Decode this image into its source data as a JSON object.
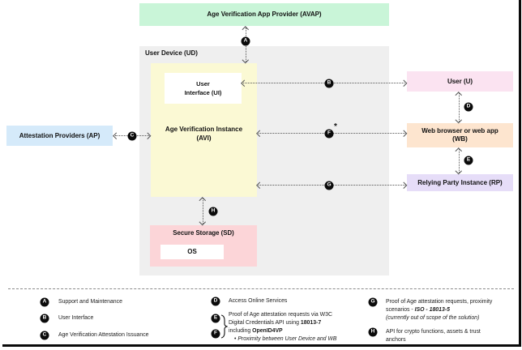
{
  "diagram": {
    "avap": {
      "label": "Age Verification App Provider (AVAP)"
    },
    "user_device": {
      "label": "User Device (UD)"
    },
    "ui": {
      "line1": "User",
      "line2": "Interface (UI)"
    },
    "avi": {
      "line1": "Age Verification Instance",
      "line2": "(AVI)"
    },
    "ap": {
      "label": "Attestation Providers (AP)"
    },
    "user": {
      "label": "User (U)"
    },
    "wb": {
      "line1": "Web browser or web app",
      "line2": "(WB)"
    },
    "rp": {
      "label": "Relying Party Instance (RP)"
    },
    "sd": {
      "label": "Secure Storage (SD)"
    },
    "os": {
      "label": "OS"
    },
    "connectors": {
      "a": "A",
      "b": "B",
      "c": "C",
      "d": "D",
      "e": "E",
      "f": "F",
      "f_note": "*",
      "g": "G",
      "h": "H"
    }
  },
  "legend": {
    "a": {
      "letter": "A",
      "text": "Support and Maintenance"
    },
    "b": {
      "letter": "B",
      "text": "User Interface"
    },
    "c": {
      "letter": "C",
      "text": "Age Verification Attestation Issuance"
    },
    "d": {
      "letter": "D",
      "text": "Access Online Services"
    },
    "ef": {
      "letter_e": "E",
      "letter_f": "F",
      "line1": "Proof of Age attestation requests via W3C",
      "line2_prefix": "Digital Credentials API using ",
      "line2_bold": "18013-7",
      "line3_prefix": "including ",
      "line3_bold": "OpenID4VP",
      "line4_bullet": "•",
      "line4_text": " Proximity between User Device and WB"
    },
    "g": {
      "letter": "G",
      "line1": "Proof of Age attestation requests, proximity",
      "line2_prefix": "scenarios - ",
      "line2_bold": "ISO - 18013-5",
      "line3": "(currently out of scope of the solution)"
    },
    "h": {
      "letter": "H",
      "line1": "API for crypto functions, assets & trust",
      "line2": "anchors"
    }
  },
  "colors": {
    "avap_green": "#c9f5d8",
    "user_device_gray": "#efefef",
    "avi_yellow": "#fbf9d4",
    "secure_storage_pink": "#fcd5d8",
    "attestation_blue": "#d5eafa",
    "user_pink": "#fbe3f1",
    "web_browser_peach": "#fde5cf",
    "relying_party_lavender": "#e6ddf8",
    "badge_black": "#0b0b0b",
    "white_box": "#ffffff"
  }
}
